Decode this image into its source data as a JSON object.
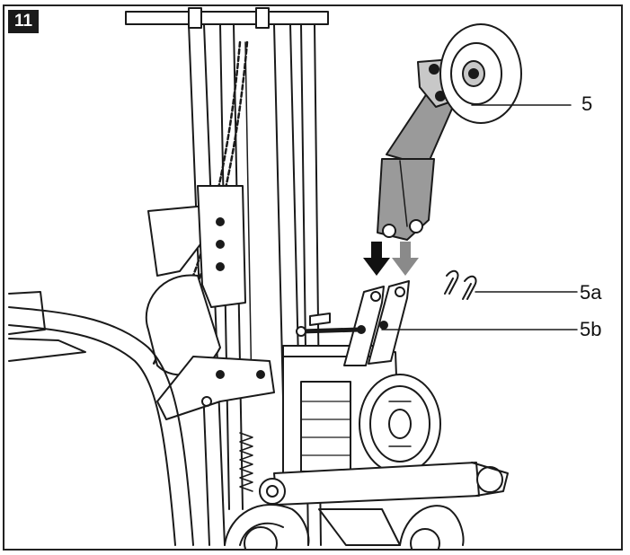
{
  "figure": {
    "step_number": "11",
    "callouts": [
      {
        "id": "part-5",
        "label": "5"
      },
      {
        "id": "part-5a",
        "label": "5a"
      },
      {
        "id": "part-5b",
        "label": "5b"
      }
    ],
    "colors": {
      "line": "#1a1a1a",
      "part_fill": "#9a9a9a",
      "part_fill_light": "#c8c8c8",
      "arrow_dark": "#111111",
      "arrow_grey": "#8a8a8a"
    }
  }
}
